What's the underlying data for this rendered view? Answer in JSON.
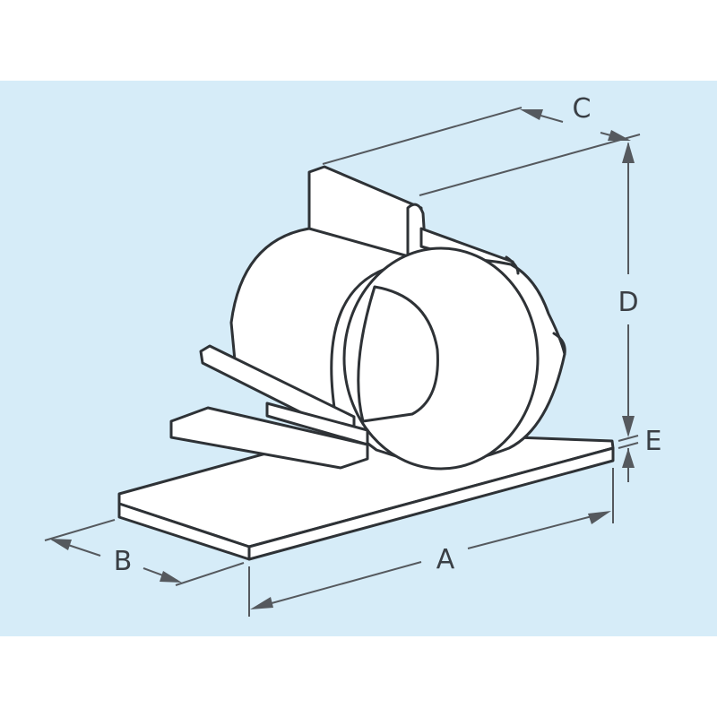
{
  "background_color": "#d6ecf8",
  "line_color": "#2e3236",
  "part_color": "#ffffff",
  "dimensions": {
    "a": "A",
    "b": "B",
    "c": "C",
    "d": "D",
    "e": "E"
  }
}
